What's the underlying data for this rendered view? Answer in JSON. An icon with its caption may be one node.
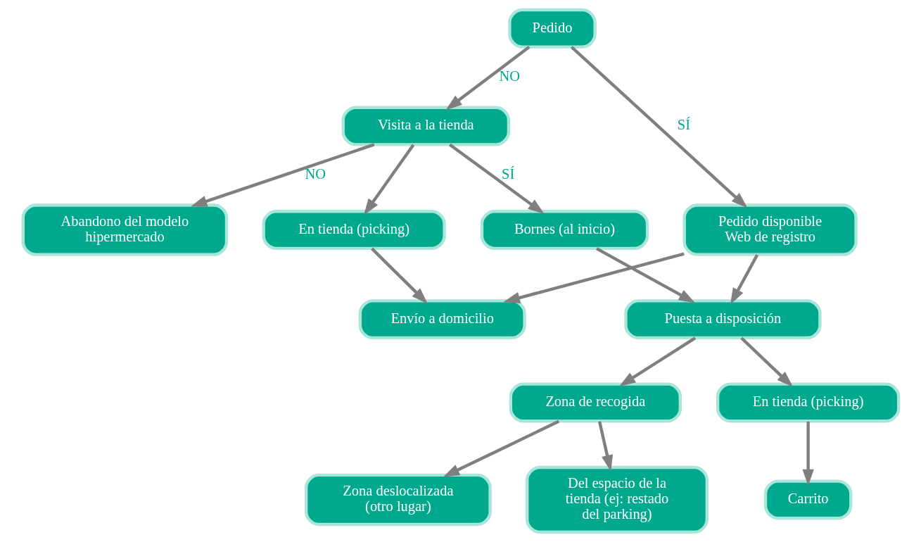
{
  "diagram": {
    "nodes": [
      {
        "text": [
          "Pedido"
        ]
      },
      {
        "text": [
          "Pedido disponible Web de registro"
        ]
      },
      {
        "text": [
          "Visita a la tienda"
        ]
      },
      {
        "text": [
          "Bornes (al inicio)"
        ]
      },
      {
        "text": [
          "En tienda (picking)"
        ]
      },
      {
        "text": [
          "Puesta a disposición"
        ]
      },
      {
        "text": [
          "Envío a domicilio"
        ]
      },
      {
        "text": [
          "Abandono del modelo hipermercado"
        ]
      },
      {
        "text": [
          "Zona de recogida"
        ]
      },
      {
        "text": [
          "En tienda (picking)"
        ]
      },
      {
        "text": [
          "Del espacio de la tienda (ej: restado del parking)"
        ]
      },
      {
        "text": [
          "Zona deslocalizada (otro lugar)"
        ]
      },
      {
        "text": [
          "Carrito"
        ]
      }
    ],
    "edges": [
      {
        "from": 0,
        "to": 1,
        "arrow": "to",
        "label": "SÍ"
      },
      {
        "from": 0,
        "to": 2,
        "arrow": "to",
        "label": "NO"
      },
      {
        "from": 2,
        "to": 3,
        "arrow": "to",
        "label": "SÍ"
      },
      {
        "from": 2,
        "to": 4,
        "arrow": "to"
      },
      {
        "from": 2,
        "to": 7,
        "arrow": "to",
        "label": "NO"
      },
      {
        "from": 1,
        "to": 5,
        "arrow": "to"
      },
      {
        "from": 1,
        "to": 6,
        "arrow": "to"
      },
      {
        "from": 3,
        "to": 5,
        "arrow": "to"
      },
      {
        "from": 4,
        "to": 6,
        "arrow": "to"
      },
      {
        "from": 5,
        "to": 8,
        "arrow": "to"
      },
      {
        "from": 5,
        "to": 9,
        "arrow": "to"
      },
      {
        "from": 8,
        "to": 10,
        "arrow": "to"
      },
      {
        "from": 8,
        "to": 11,
        "arrow": "to"
      },
      {
        "from": 9,
        "to": 12,
        "arrow": "to"
      }
    ]
  }
}
